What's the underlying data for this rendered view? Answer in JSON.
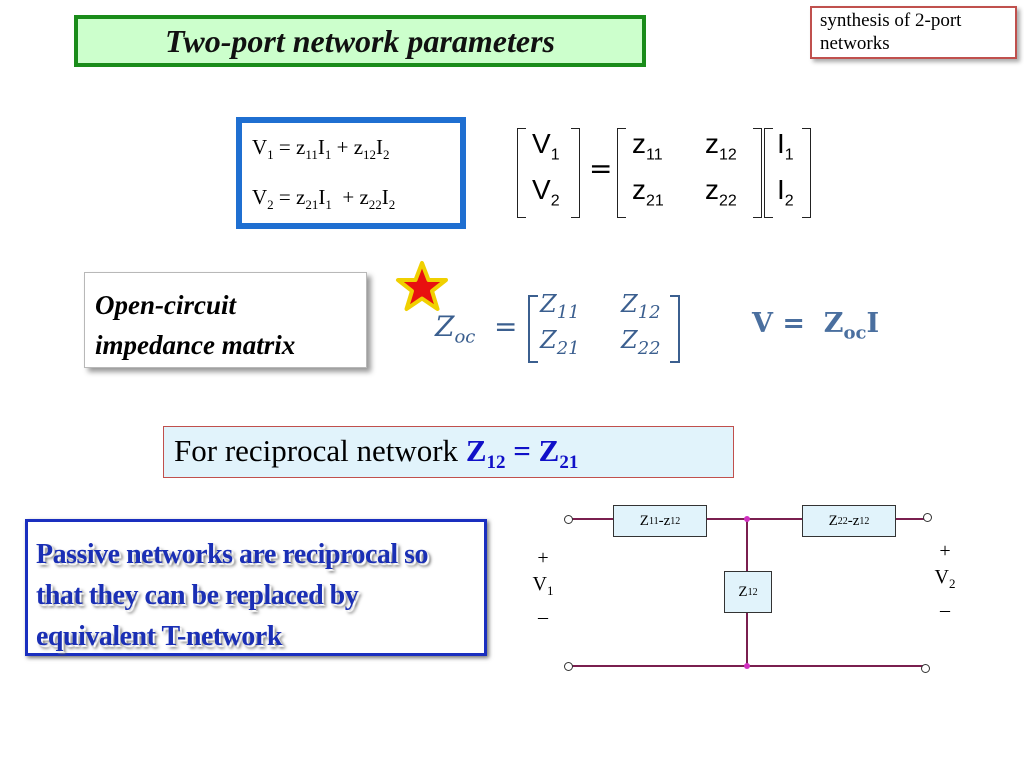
{
  "title": "Two-port network parameters",
  "tag": "synthesis of 2-port networks",
  "equations": {
    "line1": {
      "lhs": "V",
      "lhs_sub": "1",
      "t1": "z",
      "t1_sub": "11",
      "t1_var": "I",
      "t1_var_sub": "1",
      "t2": "z",
      "t2_sub": "12",
      "t2_var": "I",
      "t2_var_sub": "2"
    },
    "line2": {
      "lhs": "V",
      "lhs_sub": "2",
      "t1": "z",
      "t1_sub": "21",
      "t1_var": "I",
      "t1_var_sub": "1",
      "t2": "z",
      "t2_sub": "22",
      "t2_var": "I",
      "t2_var_sub": "2"
    }
  },
  "matrix": {
    "v1": "V",
    "v1_sub": "1",
    "v2": "V",
    "v2_sub": "2",
    "equals": "=",
    "z11": "z",
    "z11_sub": "11",
    "z12": "z",
    "z12_sub": "12",
    "z21": "z",
    "z21_sub": "21",
    "z22": "z",
    "z22_sub": "22",
    "i1": "I",
    "i1_sub": "1",
    "i2": "I",
    "i2_sub": "2"
  },
  "open_circuit": {
    "line1": "Open-circuit",
    "line2": "impedance matrix"
  },
  "zoc": {
    "lhs": "Z",
    "lhs_sub": "oc",
    "equals": "=",
    "z11": "Z",
    "z11_sub": "11",
    "z12": "Z",
    "z12_sub": "12",
    "z21": "Z",
    "z21_sub": "21",
    "z22": "Z",
    "z22_sub": "22",
    "rel_v": "V",
    "rel_eq": "=",
    "rel_z": "Z",
    "rel_z_sub": "oc",
    "rel_i": "I"
  },
  "reciprocal": {
    "text": "For reciprocal network ",
    "a": "Z",
    "a_sub": "12",
    "eq": " = ",
    "b": "Z",
    "b_sub": "21"
  },
  "passive_text": "Passive networks are reciprocal so that they can be replaced by equivalent T-network",
  "circuit": {
    "left_comp": {
      "a": "Z",
      "a_sub": "11",
      "dash": "-z",
      "b_sub": "12"
    },
    "right_comp": {
      "a": "Z",
      "a_sub": "22",
      "dash": "-z",
      "b_sub": "12"
    },
    "mid_comp": {
      "a": "Z",
      "a_sub": "12"
    },
    "port1": {
      "plus": "+",
      "v": "V",
      "v_sub": "1",
      "minus": "–"
    },
    "port2": {
      "plus": "+",
      "v": "V",
      "v_sub": "2",
      "minus": "–"
    }
  },
  "colors": {
    "title_bg": "#ccffcc",
    "title_border": "#1a8c1a",
    "eq_border": "#1f6fd1",
    "highlight": "#1010c8",
    "star_fill": "#e81010",
    "star_stroke": "#f0d000"
  }
}
